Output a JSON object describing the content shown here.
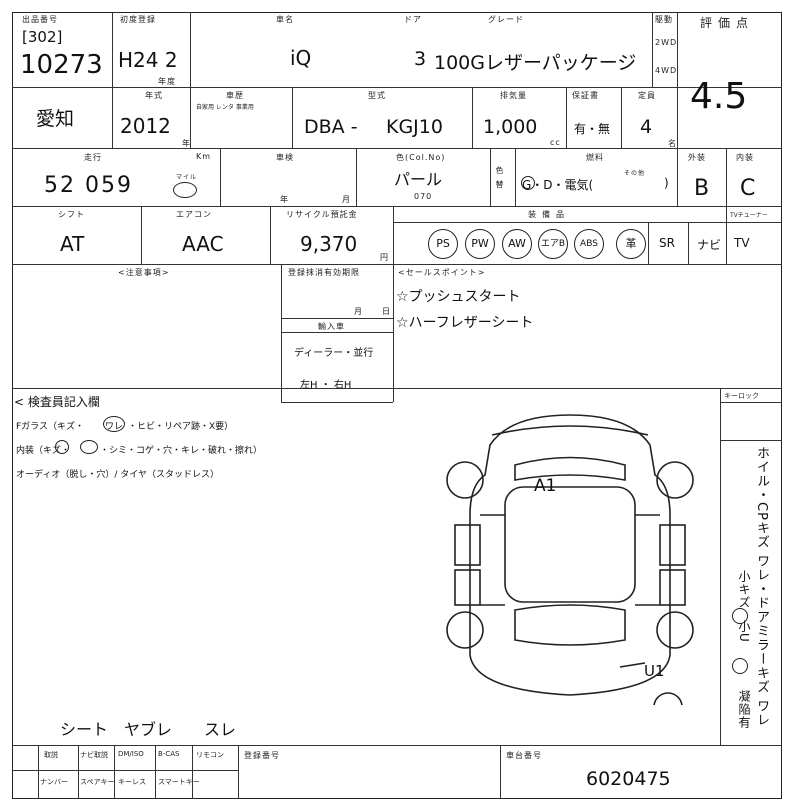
{
  "header": {
    "lot_label": "出品番号",
    "lot_prefix": "[302]",
    "lot_number": "10273",
    "first_reg_label": "初度登録",
    "first_reg_value": "H24 2",
    "first_reg_sub": "年度",
    "model_label": "車名",
    "model_value": "iQ",
    "door_label": "ドア",
    "door_value": "3",
    "grade_label": "グレード",
    "grade_value": "100Gレザーパッケージ",
    "drive_label": "駆動",
    "drive_2wd": "2WD",
    "drive_4wd": "4WD",
    "score_label": "評価点",
    "score_value": "4.5"
  },
  "row2": {
    "origin_value": "愛知",
    "year_label": "年式",
    "year_value": "2012",
    "year_suffix": "年",
    "history_label": "車歴",
    "history_sub": "自家用 レンタ 事業用",
    "type_label": "型式",
    "type_prefix": "DBA -",
    "type_value": "KGJ10",
    "displacement_label": "排気量",
    "displacement_value": "1,000",
    "displacement_unit": "cc",
    "warranty_label": "保証書",
    "warranty_value": "有・無",
    "capacity_label": "定員",
    "capacity_value": "4",
    "capacity_unit": "名"
  },
  "row3": {
    "mileage_label": "走行",
    "mileage_value": "52 059",
    "mileage_unit_top": "Km",
    "mileage_unit_circle": "マイル",
    "inspection_label": "車検",
    "inspection_year": "年",
    "inspection_month": "月",
    "color_label": "色(Col.No)",
    "color_value": "パール",
    "color_code": "070",
    "color_change": "色替",
    "fuel_label": "燃料",
    "fuel_value": "G・D・電気(",
    "fuel_other": "その他",
    "fuel_close": ")",
    "exterior_label": "外装",
    "exterior_value": "B",
    "interior_label": "内装",
    "interior_value": "C"
  },
  "row4": {
    "shift_label": "シフト",
    "shift_value": "AT",
    "ac_label": "エアコン",
    "ac_value": "AAC",
    "recycle_label": "リサイクル預託金",
    "recycle_value": "9,370",
    "recycle_unit": "円",
    "equipment_label": "装備品",
    "equipment": [
      "PS",
      "PW",
      "AW",
      "エアB",
      "ABS",
      "革"
    ],
    "sr": "SR",
    "navi": "ナビ",
    "tv_label": "TVチューナー",
    "tv": "TV"
  },
  "notes": {
    "attention_label": "<注意事項>",
    "reg_deadline_label": "登録抹消有効期限",
    "reg_month": "月",
    "reg_day": "日",
    "import_label": "輸入車",
    "import_value": "ディーラー・並行",
    "handle_value": "左H ・ 右H",
    "sales_label": "<セールスポイント>",
    "sales_points": [
      "☆プッシュスタート",
      "☆ハーフレザーシート"
    ]
  },
  "inspection": {
    "title": "< 検査員記入欄",
    "line1": "Fガラス（キズ・",
    "line1_circle": "ワレ",
    "line1_rest": "・ヒビ・リペア跡・X要）",
    "line2": "内装（キズ・",
    "line2_rest": "・シミ・コゲ・穴・キレ・破れ・擦れ）",
    "line3": "オーディオ（脱し・穴）/ タイヤ（スタッドレス）",
    "code_a1": "A1",
    "code_u1": "U1",
    "interior_note": "シート　ヤブレ　　スレ",
    "keys_label": "キーロック"
  },
  "legend": {
    "text": "ホイル・CPキズ ワレ・ドアミラーキズ ワレ",
    "small_dent": "小キズ",
    "small_u": "小U",
    "mark": "凝陥有"
  },
  "footer": {
    "items_top": [
      "取説",
      "ナビ取説",
      "DM/ISO",
      "B-CAS",
      "リモコン"
    ],
    "items_bottom": [
      "ナンバー",
      "スペアキー",
      "キーレス",
      "スマートキー"
    ],
    "reg_number_label": "登録番号",
    "chassis_label": "車台番号",
    "chassis_value": "6020475"
  }
}
